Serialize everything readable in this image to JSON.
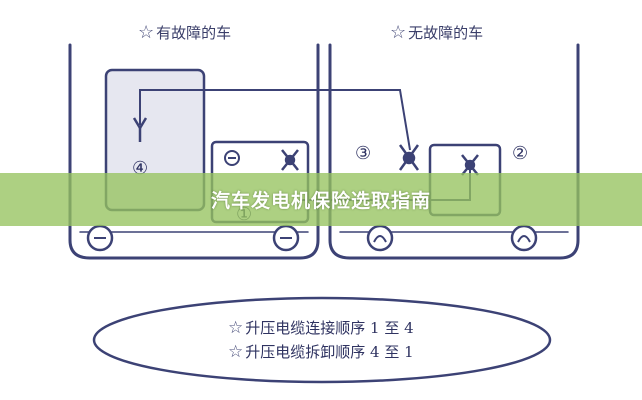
{
  "captions": {
    "left": "有故障的车",
    "right": "无故障的车",
    "star": "☆"
  },
  "labels": {
    "n1": "①",
    "n2": "②",
    "n3": "③",
    "n4": "④"
  },
  "banner": {
    "title": "汽车发电机保险选取指南"
  },
  "instructions": {
    "connect": "升压电缆连接顺序 1 至 4",
    "disconnect": "升压电缆拆卸顺序 4 至 1"
  },
  "colors": {
    "line": "#3c4275",
    "battery_fill": "#e6e7f0",
    "banner": "#96c35f"
  }
}
